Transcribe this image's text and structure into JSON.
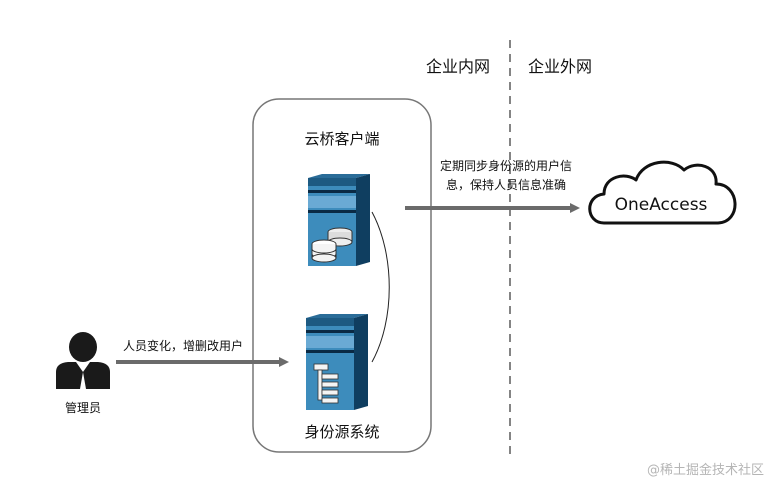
{
  "zones": {
    "intranet": "企业内网",
    "extranet": "企业外网"
  },
  "container": {
    "client_label": "云桥客户端",
    "source_label": "身份源系统"
  },
  "admin": {
    "label": "管理员",
    "action": "人员变化，增删改用户"
  },
  "sync": {
    "line1": "定期同步身份源的用户信",
    "line2": "息，保持人员信息准确"
  },
  "cloud": {
    "label": "OneAccess"
  },
  "watermark": "@稀土掘金技术社区",
  "colors": {
    "server_top": "#1d5a82",
    "server_front": "#3d8cbc",
    "server_side": "#0f3e60",
    "arrow": "#6b6b6b"
  }
}
